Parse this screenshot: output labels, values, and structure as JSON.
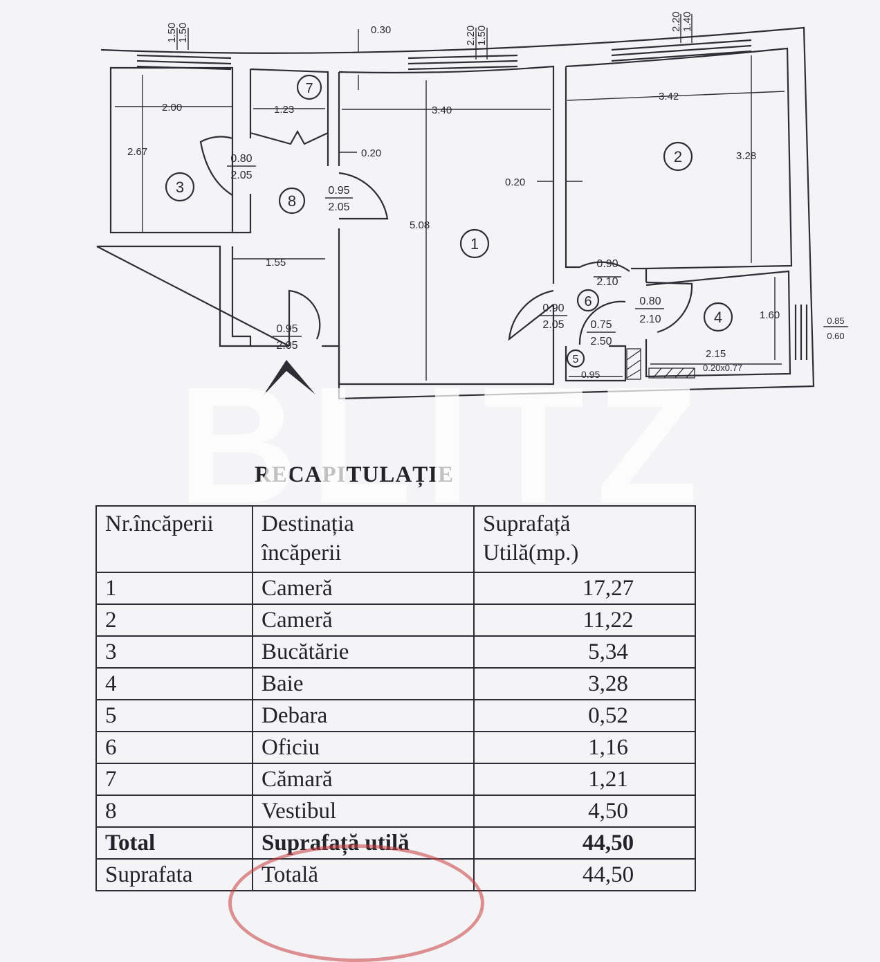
{
  "plan": {
    "room_numbers": [
      "1",
      "2",
      "3",
      "4",
      "5",
      "6",
      "7",
      "8"
    ],
    "dimensions": {
      "top_left_a": "1.50",
      "top_left_b": "1.50",
      "top_mid": "0.30",
      "top_window_a": "2.20",
      "top_window_b": "1.50",
      "top_right_a": "2.20",
      "top_right_b": "1.40",
      "room3_width": "2.00",
      "room3_height": "2.67",
      "room7_width": "1.23",
      "room1_width": "3.40",
      "room2_width": "3.42",
      "room2_height": "3.28",
      "wall_a": "0.20",
      "wall_b": "0.20",
      "room1_length": "5.08",
      "hall_width": "1.55",
      "bath_height": "1.60",
      "bath_width": "2.15",
      "duct": "0.20x0.77",
      "storage_width": "0.95"
    },
    "doors": [
      {
        "w": "0.80",
        "h": "2.05"
      },
      {
        "w": "0.95",
        "h": "2.05"
      },
      {
        "w": "0.95",
        "h": "2.05"
      },
      {
        "w": "0.90",
        "h": "2.10"
      },
      {
        "w": "0.90",
        "h": "2.05"
      },
      {
        "w": "0.75",
        "h": "2.50"
      },
      {
        "w": "0.80",
        "h": "2.10"
      }
    ],
    "window_right": {
      "w": "0.85",
      "h": "0.60"
    }
  },
  "watermark": "BLITZ",
  "recap": {
    "title": "RECAPITULAȚIE",
    "headers": {
      "col1": "Nr.încăperii",
      "col2_line1": "Destinația",
      "col2_line2": "încăperii",
      "col3_line1": "Suprafață",
      "col3_line2": "Utilă(mp.)"
    },
    "rows": [
      {
        "nr": "1",
        "dest": "Cameră",
        "area": "17,27"
      },
      {
        "nr": "2",
        "dest": "Cameră",
        "area": "11,22"
      },
      {
        "nr": "3",
        "dest": "Bucătărie",
        "area": "5,34"
      },
      {
        "nr": "4",
        "dest": "Baie",
        "area": "3,28"
      },
      {
        "nr": "5",
        "dest": "Debara",
        "area": "0,52"
      },
      {
        "nr": "6",
        "dest": "Oficiu",
        "area": "1,16"
      },
      {
        "nr": "7",
        "dest": "Cămară",
        "area": "1,21"
      },
      {
        "nr": "8",
        "dest": "Vestibul",
        "area": "4,50"
      }
    ],
    "total": {
      "c1": "Total",
      "c2": "Suprafață utilă",
      "c3": "44,50"
    },
    "total2": {
      "c1": "Suprafata",
      "c2": "Totală",
      "c3": "44,50"
    }
  }
}
